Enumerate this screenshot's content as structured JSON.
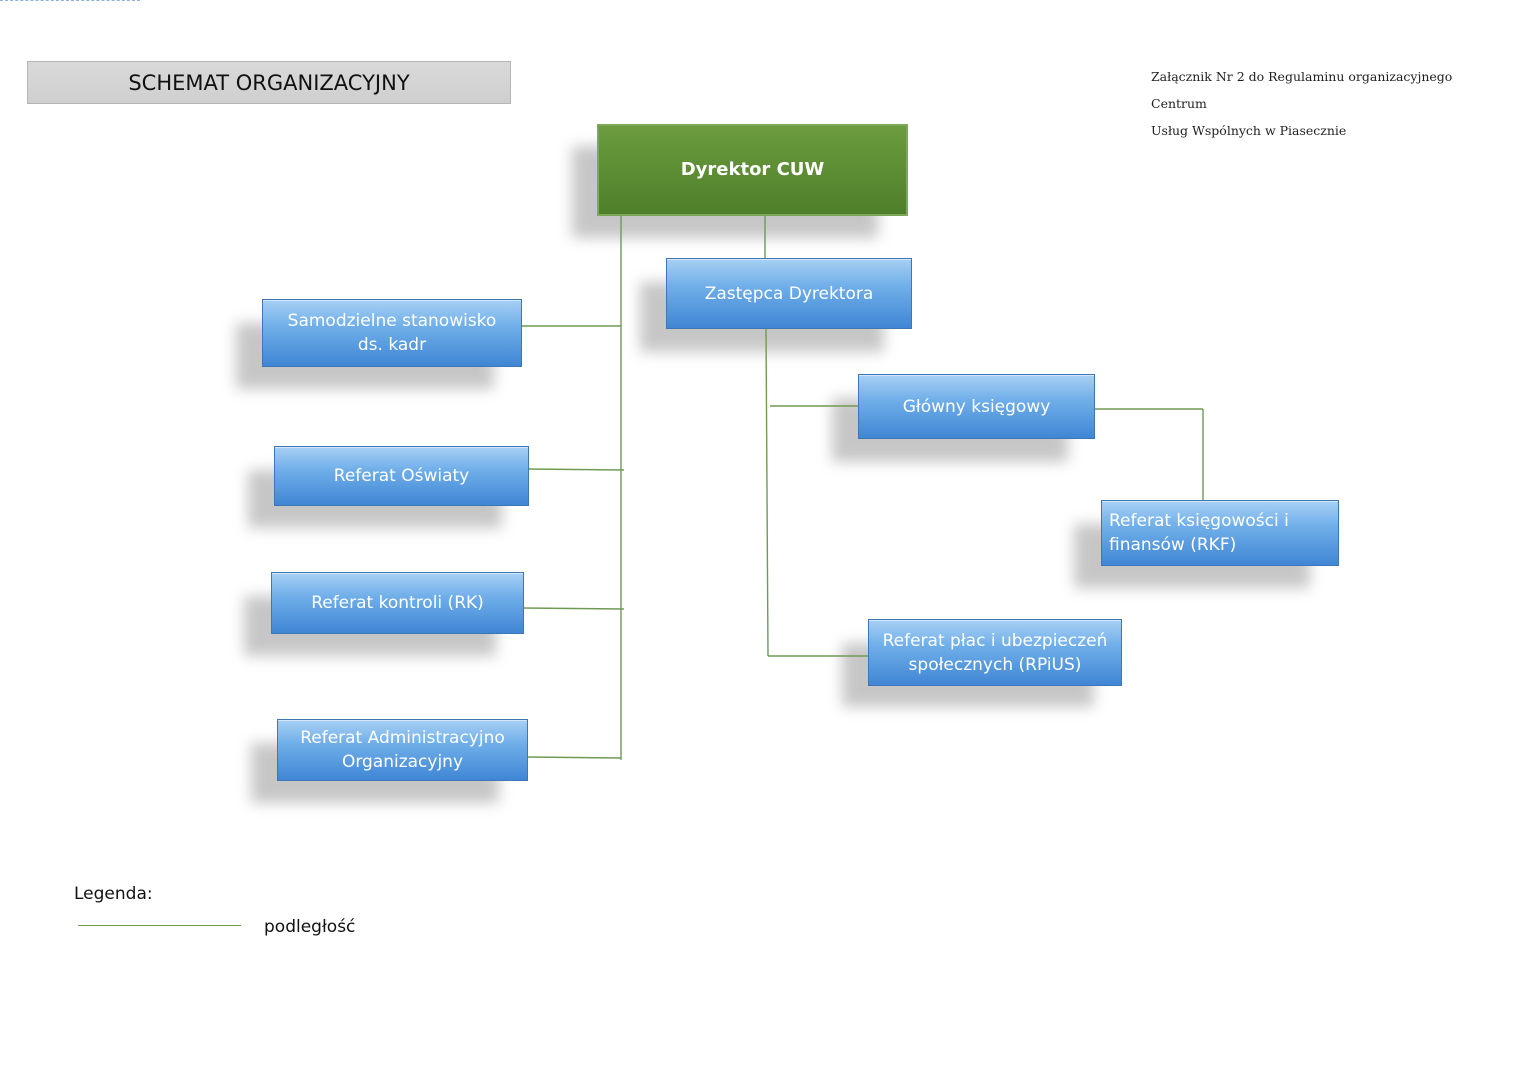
{
  "header": {
    "title": "SCHEMAT ORGANIZACYJNY",
    "annex_line1": "Załącznik Nr 2 do Regulaminu organizacyjnego Centrum",
    "annex_line2": "Usług Wspólnych w Piasecznie"
  },
  "nodes": {
    "director": "Dyrektor CUW",
    "deputy": "Zastępca Dyrektora",
    "hr_line1": "Samodzielne stanowisko",
    "hr_line2": "ds. kadr",
    "education": "Referat Oświaty",
    "control": "Referat kontroli (RK)",
    "admin_line1": "Referat Administracyjno",
    "admin_line2": "Organizacyjny",
    "chief_accountant": "Główny księgowy",
    "rkf_line1": "Referat księgowości i",
    "rkf_line2": "finansów (RKF)",
    "rpius_line1": "Referat płac i ubezpieczeń",
    "rpius_line2": "społecznych (RPiUS)"
  },
  "legend": {
    "title": "Legenda:",
    "label": "podległość"
  },
  "colors": {
    "director": "#548235",
    "unit": "#5b9bd5",
    "connector": "#6f9a54"
  }
}
